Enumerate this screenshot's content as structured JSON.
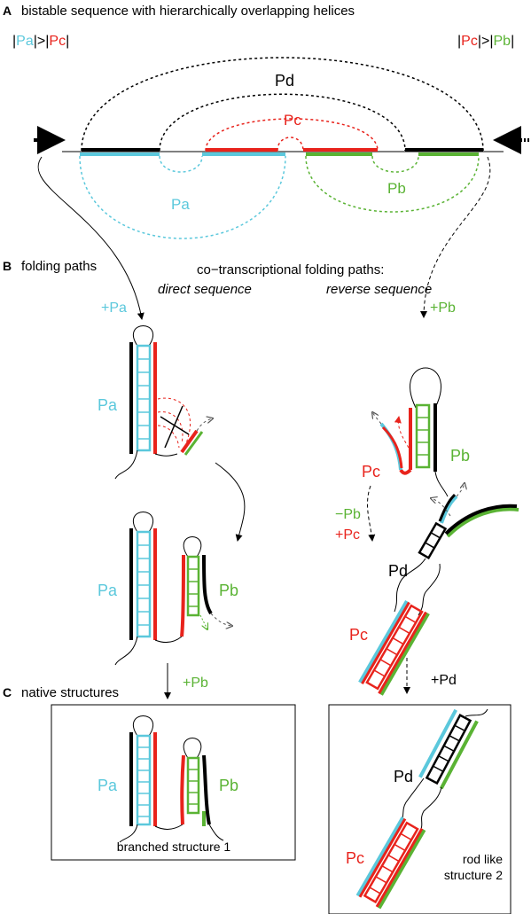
{
  "colors": {
    "pa": "#5bc8dc",
    "pb": "#5ab334",
    "pc": "#e8231c",
    "pd": "#000000"
  },
  "panel_a": {
    "letter": "A",
    "title": "bistable sequence with hierarchically overlapping helices",
    "cond_left": {
      "open": "|",
      "a": "Pa",
      "mid": "|>|",
      "b": "Pc",
      "close": "|"
    },
    "cond_right": {
      "open": "|",
      "a": "Pc",
      "mid": "|>|",
      "b": "Pb",
      "close": "|"
    },
    "helix_pd": "Pd",
    "helix_pc": "Pc",
    "helix_pa": "Pa",
    "helix_pb": "Pb"
  },
  "panel_b": {
    "letter": "B",
    "title": "folding paths",
    "subtitle": "co−transcriptional folding paths:",
    "direct": "direct sequence",
    "reverse": "reverse sequence",
    "plus_pa": "+Pa",
    "plus_pb": "+Pb",
    "pa_label_1": "Pa",
    "pa_label_2": "Pa",
    "pb_label_2": "Pb",
    "pb_label_r1": "Pb",
    "pc_label_r1": "Pc",
    "minus_pb": "−Pb",
    "plus_pc": "+Pc",
    "pd_label_r2": "Pd",
    "pc_label_r2": "Pc",
    "plus_pb_2": "+Pb",
    "plus_pd": "+Pd"
  },
  "panel_c": {
    "letter": "C",
    "title": "native structures",
    "pa": "Pa",
    "pb": "Pb",
    "caption_left": "branched structure 1",
    "pd": "Pd",
    "pc": "Pc",
    "caption_right_1": "rod like",
    "caption_right_2": "structure 2"
  }
}
